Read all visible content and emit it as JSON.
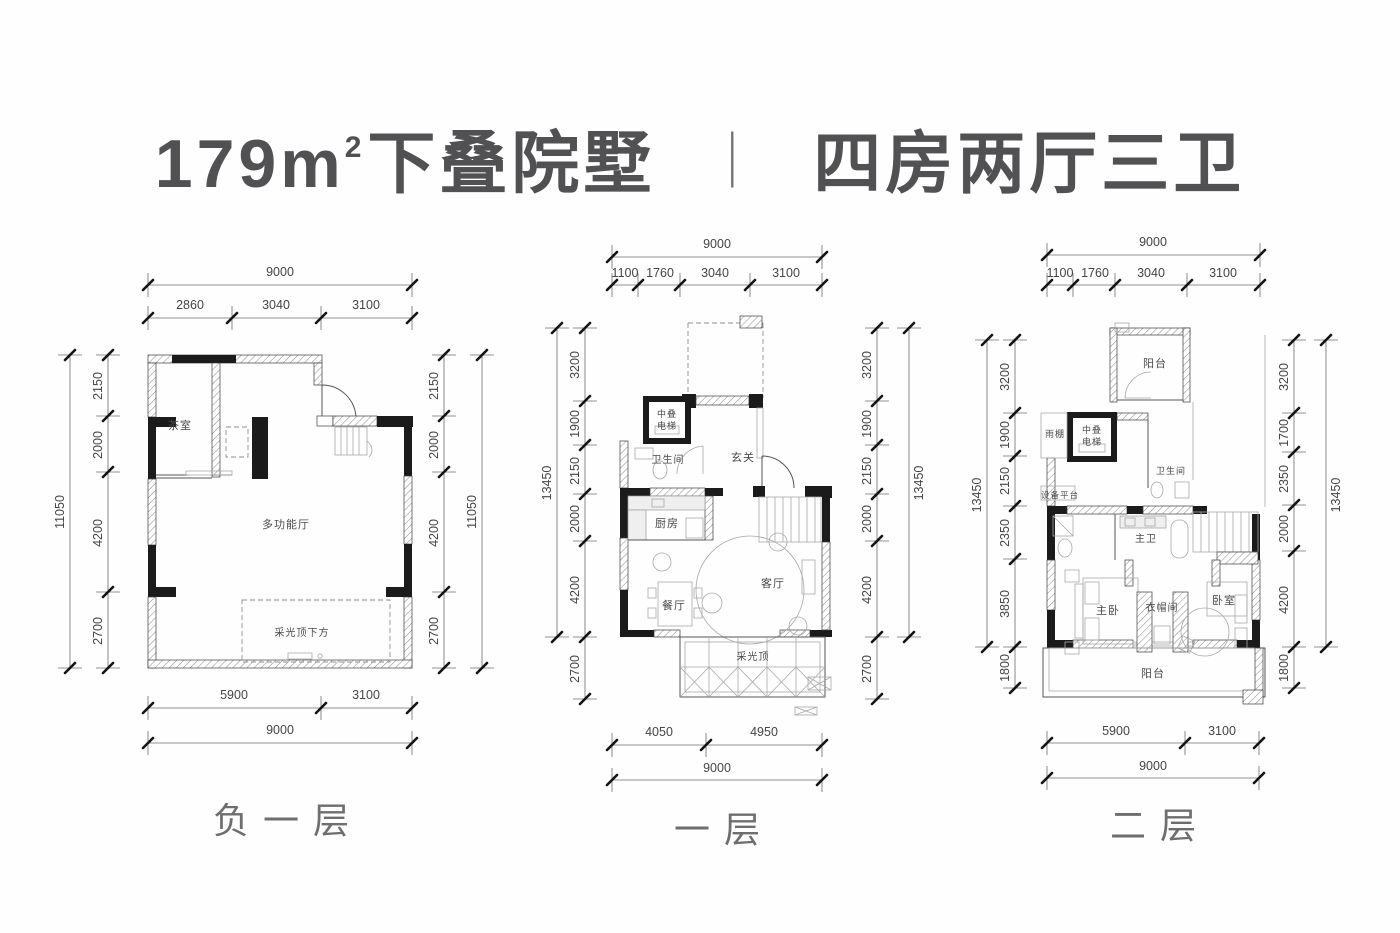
{
  "title": {
    "area_value": "179m",
    "area_sup": "2",
    "name": "下叠院墅",
    "divider": "｜",
    "spec": "四房两厅三卫"
  },
  "plans": [
    {
      "label": "负一层",
      "dims": {
        "top_total": "9000",
        "top_segments": [
          "2860",
          "3040",
          "3100"
        ],
        "left_total": "11050",
        "left_segments": [
          "2150",
          "2000",
          "4200",
          "2700"
        ],
        "right_total": "11050",
        "right_segments": [
          "2150",
          "2000",
          "4200",
          "2700"
        ],
        "bottom_segments": [
          "5900",
          "3100"
        ],
        "bottom_total": "9000"
      },
      "rooms": {
        "tea_room": "茶室",
        "multi_hall": "多功能厅",
        "skylight_below": "采光顶下方"
      }
    },
    {
      "label": "一层",
      "dims": {
        "top_total": "9000",
        "top_segments": [
          "1100",
          "1760",
          "3040",
          "3100"
        ],
        "left_total": "13450",
        "left_segments": [
          "3200",
          "1900",
          "2150",
          "2000",
          "4200",
          "2700"
        ],
        "right_total": "13450",
        "right_segments": [
          "3200",
          "1900",
          "2150",
          "2000",
          "4200",
          "2700"
        ],
        "bottom_segments": [
          "4050",
          "4950"
        ],
        "bottom_total": "9000"
      },
      "rooms": {
        "elevator_line1": "中叠",
        "elevator_line2": "电梯",
        "bathroom": "卫生间",
        "foyer": "玄关",
        "kitchen": "厨房",
        "dining": "餐厅",
        "living": "客厅",
        "skylight": "采光顶"
      }
    },
    {
      "label": "二层",
      "dims": {
        "top_total": "9000",
        "top_segments": [
          "1100",
          "1760",
          "3040",
          "3100"
        ],
        "left_total": "13450",
        "left_segments": [
          "3200",
          "1900",
          "2150",
          "2350",
          "3850",
          "1800"
        ],
        "right_total": "13450",
        "right_segments": [
          "3200",
          "1700",
          "2350",
          "2000",
          "4200",
          "1800"
        ],
        "bottom_segments": [
          "5900",
          "3100"
        ],
        "bottom_total": "9000"
      },
      "rooms": {
        "balcony_top": "阳台",
        "canopy": "雨棚",
        "elevator_line1": "中叠",
        "elevator_line2": "电梯",
        "bathroom": "卫生间",
        "equipment_platform": "设备平台",
        "master_bath": "主卫",
        "master_bedroom": "主卧",
        "closet": "衣帽间",
        "bedroom": "卧室",
        "balcony_bottom": "阳台"
      }
    }
  ],
  "colors": {
    "wall_black": "#1b1b1b",
    "dim_text": "#454545",
    "title_text": "#515154",
    "floor_label": "#6e6e6e"
  }
}
